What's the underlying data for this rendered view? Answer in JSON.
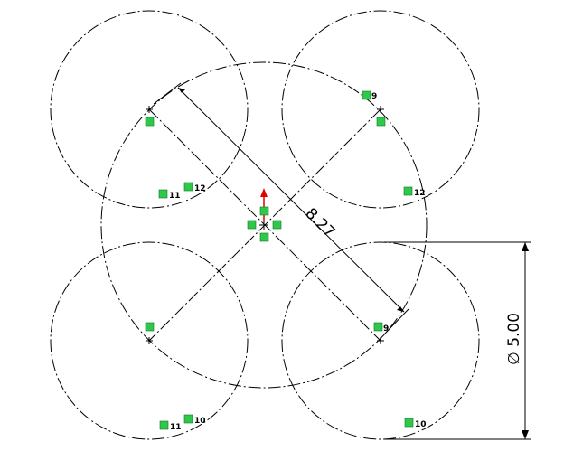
{
  "sketch": {
    "dimensions": {
      "diagonal": "8.27",
      "diameter": "∅ 5.00"
    },
    "relation_tags": [
      "11",
      "12",
      "9",
      "12",
      "11",
      "10",
      "10",
      "9"
    ],
    "colors": {
      "line": "#000000",
      "relation_box": "#2fc84a",
      "origin_arrow": "#e00000"
    },
    "icons": [
      "origin-arrow-icon",
      "relation-equal-icon",
      "relation-coincident-icon",
      "relation-horizontal-icon",
      "relation-vertical-icon"
    ]
  }
}
